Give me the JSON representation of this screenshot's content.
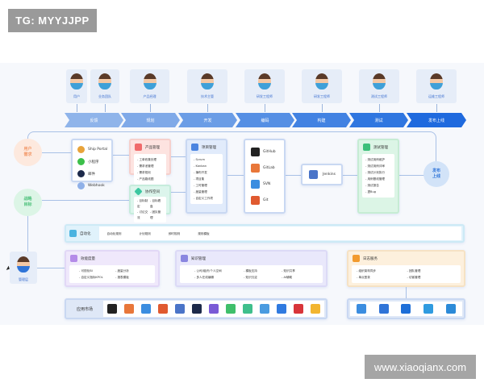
{
  "badge": "TG: MYYJJPP",
  "watermark": "www.xiaoqianx.com",
  "roles": [
    "用户",
    "业务团队",
    "产品经理",
    "技术主管",
    "研发工程师",
    "研发工程师",
    "测试工程师",
    "运维工程师"
  ],
  "stages": [
    "反馈",
    "规划",
    "开发",
    "编码",
    "构建",
    "测试",
    "发布上线"
  ],
  "stage_colors": [
    "#8fb4ea",
    "#7fa9e8",
    "#6b9de6",
    "#558fe4",
    "#4282e2",
    "#2f76e0",
    "#1f6ade"
  ],
  "circles": {
    "user_demand": "用户\n需求",
    "strategy": "战略\n目标",
    "release": "发布\n上线"
  },
  "channels": {
    "items": [
      "Ship Portal",
      "小程序",
      "邮件",
      "Webhook"
    ]
  },
  "product": {
    "title": "产品管理",
    "items": [
      "工单收集处理",
      "需求池管理",
      "需求规划",
      "产品路线图"
    ]
  },
  "collab": {
    "title": "协作空间",
    "items": [
      "目标制定",
      "目标看盘",
      "讨论交流",
      "团队管理"
    ]
  },
  "project": {
    "title": "项目管理",
    "items": [
      "Scrum",
      "Kanban",
      "瀑布开发",
      "项目集",
      "工时管理",
      "度量管理",
      "自定义工作项"
    ]
  },
  "repos": {
    "items": [
      "GitHub",
      "GitLab",
      "SVN",
      "Git"
    ]
  },
  "ci": {
    "label": "Jenkins"
  },
  "testing": {
    "title": "测试管理",
    "items": [
      "测试用例维护",
      "测试用例评审",
      "测试计划执行",
      "用例基线管理",
      "测试报告",
      "提Bug"
    ]
  },
  "automation": {
    "title": "自动化",
    "items": [
      "自动化规则",
      "计划规则",
      "即时规则",
      "规则模板"
    ]
  },
  "manager": {
    "label": "管理层"
  },
  "metrics": {
    "title": "效能度量",
    "items": [
      "可视化BI",
      "度量分析",
      "自定义指标KPOL",
      "报表模板"
    ]
  },
  "knowledge": {
    "title": "知识管理",
    "items": [
      "公司/组织/个人空间",
      "模板支持",
      "知识共享",
      "多人在线编辑",
      "知识沉淀",
      "AI辅助"
    ]
  },
  "logs": {
    "title": "日志服务",
    "items": [
      "组织架构同步",
      "团队管理",
      "单点登录",
      "访客管理"
    ]
  },
  "market": {
    "title": "应用市场",
    "apps": [
      "github",
      "gitlab",
      "svn",
      "git",
      "jenkins",
      "vscode",
      "app-purple",
      "check",
      "app-green",
      "cloud",
      "jira",
      "app-red",
      "app-yellow"
    ],
    "app_colors": [
      "#222",
      "#e8773a",
      "#3b8de0",
      "#e05a30",
      "#4a74c8",
      "#1d2a4a",
      "#7a5bd6",
      "#3fbf6b",
      "#3fbf8c",
      "#4a9be0",
      "#2f7ae0",
      "#d8353a",
      "#f2b530"
    ]
  },
  "integrations": {
    "apps": [
      "wecom",
      "feishu",
      "dingtalk",
      "windows",
      "android"
    ],
    "app_colors": [
      "#3b8de0",
      "#2f74d8",
      "#1e6fd8",
      "#2f9be0",
      "#2b8ad8"
    ]
  }
}
